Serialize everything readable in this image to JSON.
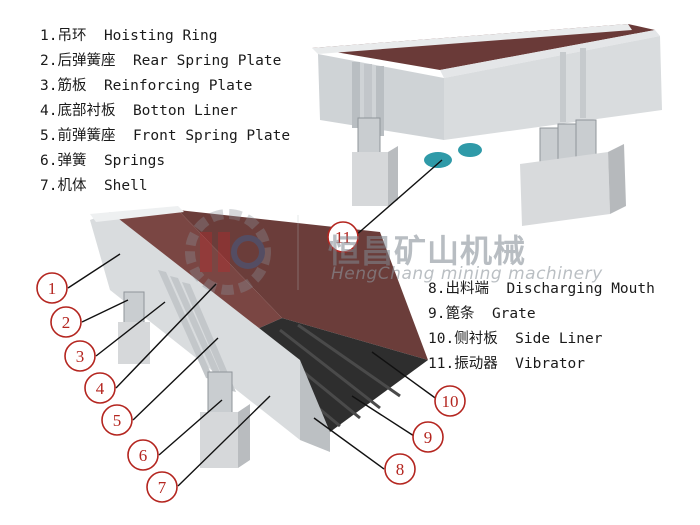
{
  "parts_left": [
    {
      "num": "1.",
      "cn": "吊环",
      "en": "Hoisting Ring"
    },
    {
      "num": "2.",
      "cn": "后弹簧座",
      "en": "Rear Spring Plate"
    },
    {
      "num": "3.",
      "cn": "筋板",
      "en": "Reinforcing Plate"
    },
    {
      "num": "4.",
      "cn": "底部衬板",
      "en": "Botton Liner"
    },
    {
      "num": "5.",
      "cn": "前弹簧座",
      "en": "Front Spring Plate"
    },
    {
      "num": "6.",
      "cn": "弹簧",
      "en": "Springs"
    },
    {
      "num": "7.",
      "cn": "机体",
      "en": "Shell"
    }
  ],
  "parts_right": [
    {
      "num": "8.",
      "cn": "出料端",
      "en": "Discharging Mouth"
    },
    {
      "num": "9.",
      "cn": "篦条",
      "en": "Grate"
    },
    {
      "num": "10.",
      "cn": "侧衬板",
      "en": "Side Liner"
    },
    {
      "num": "11.",
      "cn": "振动器",
      "en": "Vibrator"
    }
  ],
  "callouts": [
    "1",
    "2",
    "3",
    "4",
    "5",
    "6",
    "7",
    "8",
    "9",
    "10",
    "11"
  ],
  "watermark": {
    "cn": "恒昌矿山机械",
    "en": "HengChang mining machinery"
  },
  "colors": {
    "callout": "#b4251f",
    "steel": "#d9dcde",
    "liner": "#6b3d3a",
    "grate": "#2e2e2e",
    "leader": "#111111"
  }
}
